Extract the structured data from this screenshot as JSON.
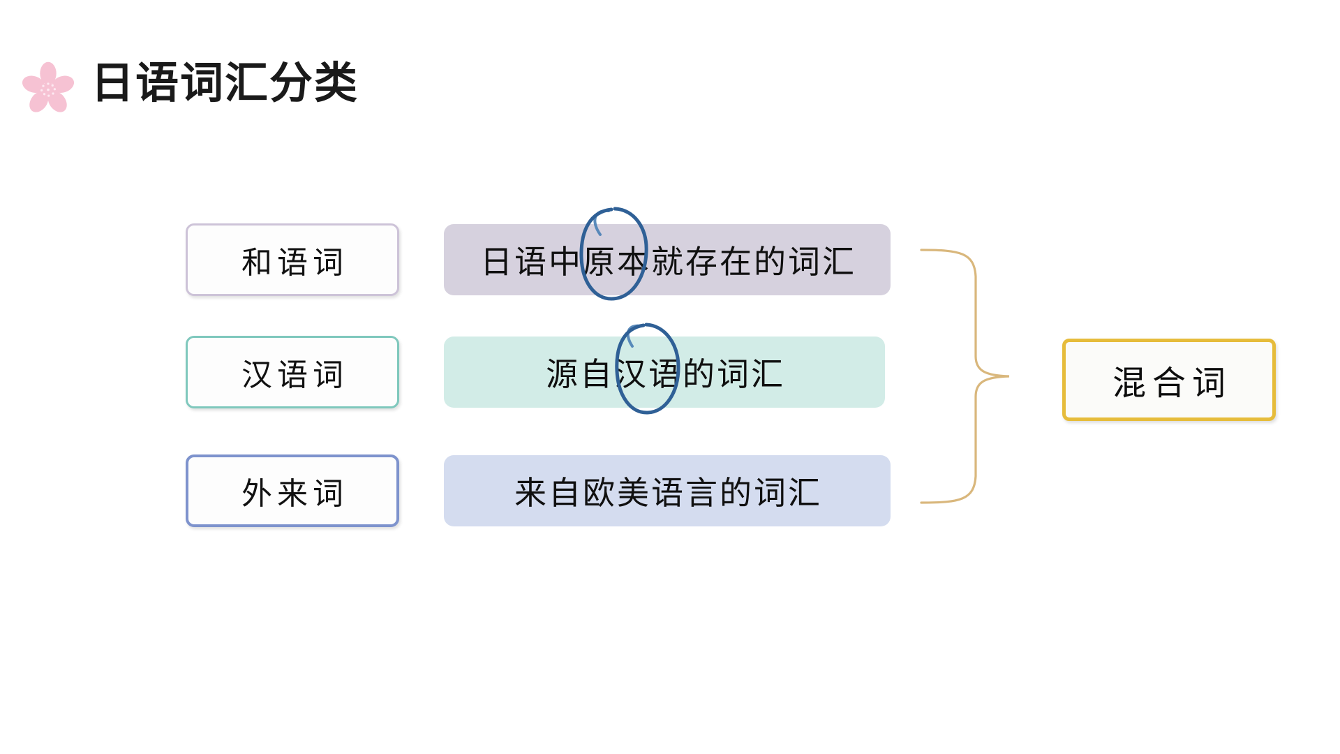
{
  "slide": {
    "title": "日语词汇分类",
    "title_icon": "sakura-flower-icon",
    "background_color": "#ffffff"
  },
  "colors": {
    "sakura_pink": "#f7c3d4",
    "wago_border": "#cdc3d8",
    "wago_fill": "#d6d1de",
    "kango_border": "#7fc8bd",
    "kango_fill": "#d2ece7",
    "gairai_border": "#7e93cd",
    "gairai_fill": "#d4dcef",
    "brace": "#d9b77c",
    "result_border": "#e6bc3b",
    "ink_annotation": "#3c6fa8",
    "text": "#111111"
  },
  "diagram": {
    "rows": [
      {
        "label": "和语词",
        "description": "日语中原本就存在的词汇",
        "annotated_term": "原本"
      },
      {
        "label": "汉语词",
        "description": "源自汉语的词汇",
        "annotated_term": "汉"
      },
      {
        "label": "外来词",
        "description": "来自欧美语言的词汇",
        "annotated_term": ""
      }
    ],
    "brace_icon": "right-pointing-curly-brace-icon",
    "result": {
      "label": "混合词"
    }
  },
  "annotations": [
    {
      "name": "blue-ink-circle-on-yuanben",
      "shape": "ellipse",
      "color": "#3c6fa8"
    },
    {
      "name": "blue-ink-circle-on-han",
      "shape": "ellipse",
      "color": "#3c6fa8"
    }
  ]
}
